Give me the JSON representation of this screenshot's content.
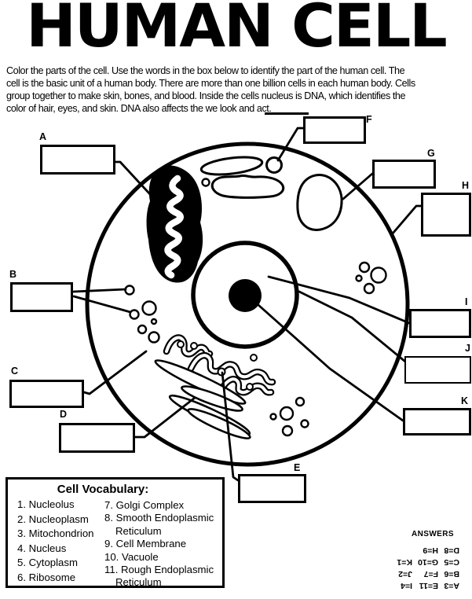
{
  "page": {
    "title": "HUMAN CELL"
  },
  "intro": {
    "lines": [
      "Color the parts of the cell. Use the words in the box below to identify the part of the human cell. The",
      "cell is the basic unit of a human body. There are more than one billion cells in each human body. Cells",
      "group together to make skin, bones, and blood. Inside the cells nucleus is DNA, which identifies the",
      "color of hair, eyes, and skin. DNA also affects the we look and act."
    ]
  },
  "labels": {
    "letters": [
      "A",
      "B",
      "C",
      "D",
      "E",
      "F",
      "G",
      "H",
      "I",
      "J",
      "K"
    ]
  },
  "vocabulary": {
    "title": "Cell Vocabulary:",
    "left": [
      "1. Nucleolus",
      "2. Nucleoplasm",
      "3. Mitochondrion",
      "4. Nucleus",
      "5. Cytoplasm",
      "6. Ribosome"
    ],
    "right": [
      "7. Golgi Complex",
      "8. Smooth Endoplasmic",
      "Reticulum",
      "9. Cell Membrane",
      "10. Vacuole",
      "11. Rough Endoplasmic",
      "Reticulum"
    ]
  },
  "answers": {
    "heading": "ANSWERS",
    "rows": [
      [
        "A=3",
        "E=11",
        "I=4"
      ],
      [
        "B=6",
        "F=7",
        "J=2"
      ],
      [
        "C=5",
        "G=10",
        "K=1"
      ],
      [
        "D=8",
        "H=9",
        ""
      ]
    ]
  },
  "colors": {
    "ink": "#000000",
    "paper": "#ffffff"
  }
}
